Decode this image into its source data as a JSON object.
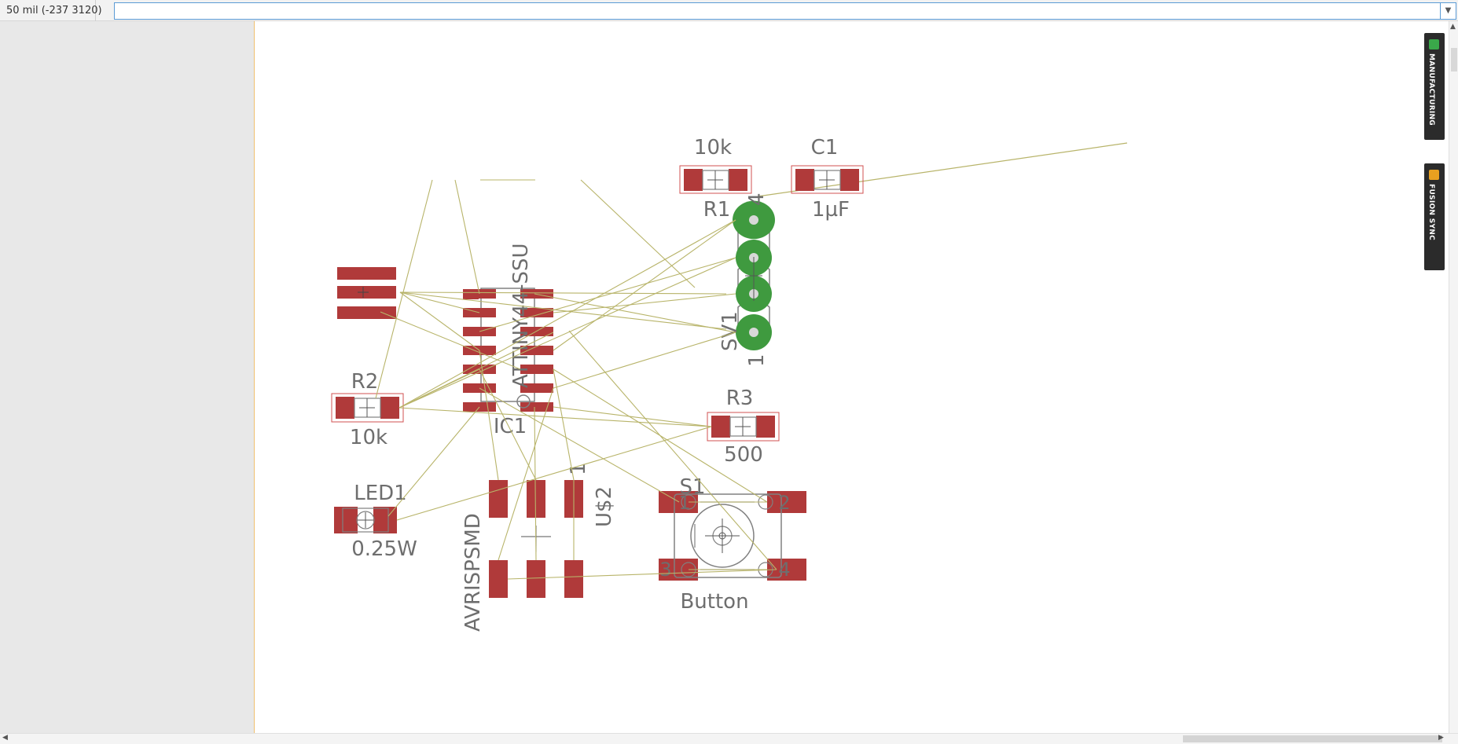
{
  "toolbar": {
    "coordinate_readout": "50 mil (-237 3120)",
    "command_input_value": ""
  },
  "side_tabs": {
    "manufacturing": "MANUFACTURING",
    "fusion_sync": "FUSION SYNC"
  },
  "colors": {
    "pad": "#b03a3a",
    "via_pad": "#3f9a3f",
    "airwire": "#b8b46a",
    "outline": "#808080",
    "label": "#6e6e6e"
  },
  "board": {
    "components": {
      "r1": {
        "name": "R1",
        "value": "10k"
      },
      "c1": {
        "name": "C1",
        "value": "1µF"
      },
      "ic1": {
        "name": "IC1",
        "value": "ATTINY44-SSU"
      },
      "r2": {
        "name": "R2",
        "value": "10k"
      },
      "r3": {
        "name": "R3",
        "value": "500"
      },
      "led1": {
        "name": "LED1",
        "value": "0.25W"
      },
      "us2": {
        "name": "U$2",
        "value": "AVRISPSMD",
        "pin1": "1"
      },
      "s1": {
        "name": "S1",
        "value": "Button",
        "pins": [
          "1",
          "2",
          "3",
          "4"
        ]
      },
      "sv1": {
        "name": "SV1",
        "pin_first": "1",
        "pin_last": "4"
      }
    }
  }
}
